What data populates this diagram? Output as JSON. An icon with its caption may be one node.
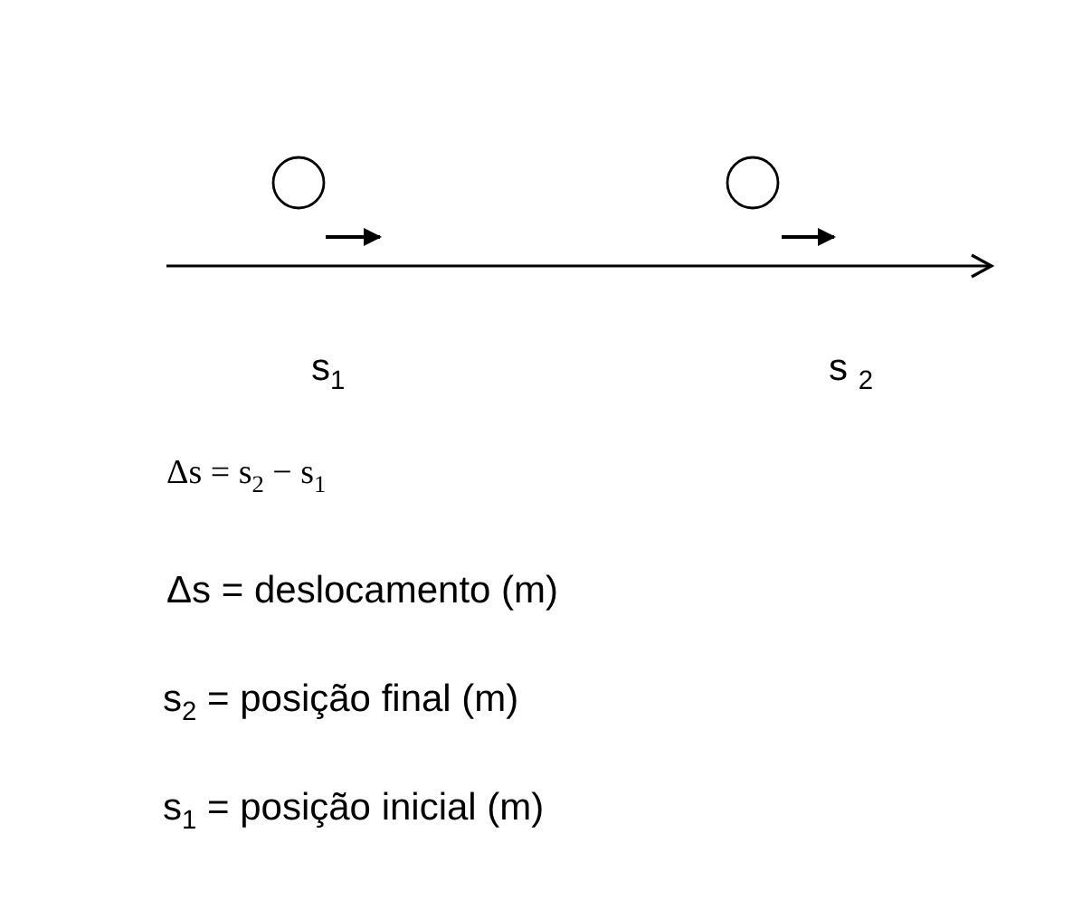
{
  "diagram": {
    "labels": [
      "s$_{1}$",
      "s $_{2}$",
      "Δs = s$_{2}$ − s$_{1}$",
      "Δs  = deslocamento (m)",
      "s$_{2}$ = posição final (m)",
      "s$_{1}$ = posição inicial (m)"
    ]
  }
}
